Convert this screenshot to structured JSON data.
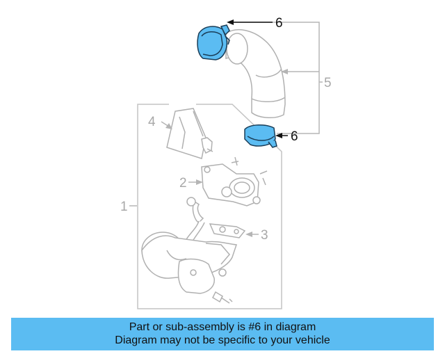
{
  "diagram": {
    "callouts": {
      "c1": "1",
      "c2": "2",
      "c3": "3",
      "c4": "4",
      "c5": "5",
      "c6_top": "6",
      "c6_bottom": "6"
    },
    "highlight_color": "#5bbcf2",
    "line_color": "#b5b5b5",
    "pointer_color": "#111111"
  },
  "banner": {
    "line1": "Part or sub-assembly is #6 in diagram",
    "line2": "Diagram may not be specific to your vehicle",
    "color": "#5bbcf2"
  }
}
